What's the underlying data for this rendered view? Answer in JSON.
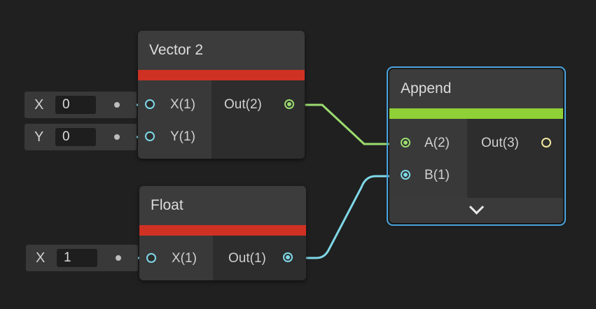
{
  "colors": {
    "background": "#202020",
    "node_body": "#2d2d2d",
    "vector2_bar": "#cf3123",
    "float_bar": "#cf3123",
    "append_bar": "#8fd036",
    "wire_float": "#7fd8e8",
    "wire_vector2": "#9bdc6f",
    "selection": "#4aa3de"
  },
  "vector2_node": {
    "title": "Vector 2",
    "inputs": [
      {
        "label": "X(1)",
        "icon": "port-circle-icon"
      },
      {
        "label": "Y(1)",
        "icon": "port-circle-icon"
      }
    ],
    "outputs": [
      {
        "label": "Out(2)",
        "icon": "port-circle-icon"
      }
    ]
  },
  "float_node": {
    "title": "Float",
    "inputs": [
      {
        "label": "X(1)",
        "icon": "port-circle-icon"
      }
    ],
    "outputs": [
      {
        "label": "Out(1)",
        "icon": "port-circle-icon"
      }
    ]
  },
  "append_node": {
    "title": "Append",
    "inputs": [
      {
        "label": "A(2)",
        "icon": "port-circle-icon"
      },
      {
        "label": "B(1)",
        "icon": "port-circle-icon"
      }
    ],
    "outputs": [
      {
        "label": "Out(3)",
        "icon": "port-circle-icon"
      }
    ],
    "expand_icon": "chevron-down-icon"
  },
  "inline_fields": [
    {
      "axis": "X",
      "value": "0"
    },
    {
      "axis": "Y",
      "value": "0"
    },
    {
      "axis": "X",
      "value": "1"
    }
  ]
}
